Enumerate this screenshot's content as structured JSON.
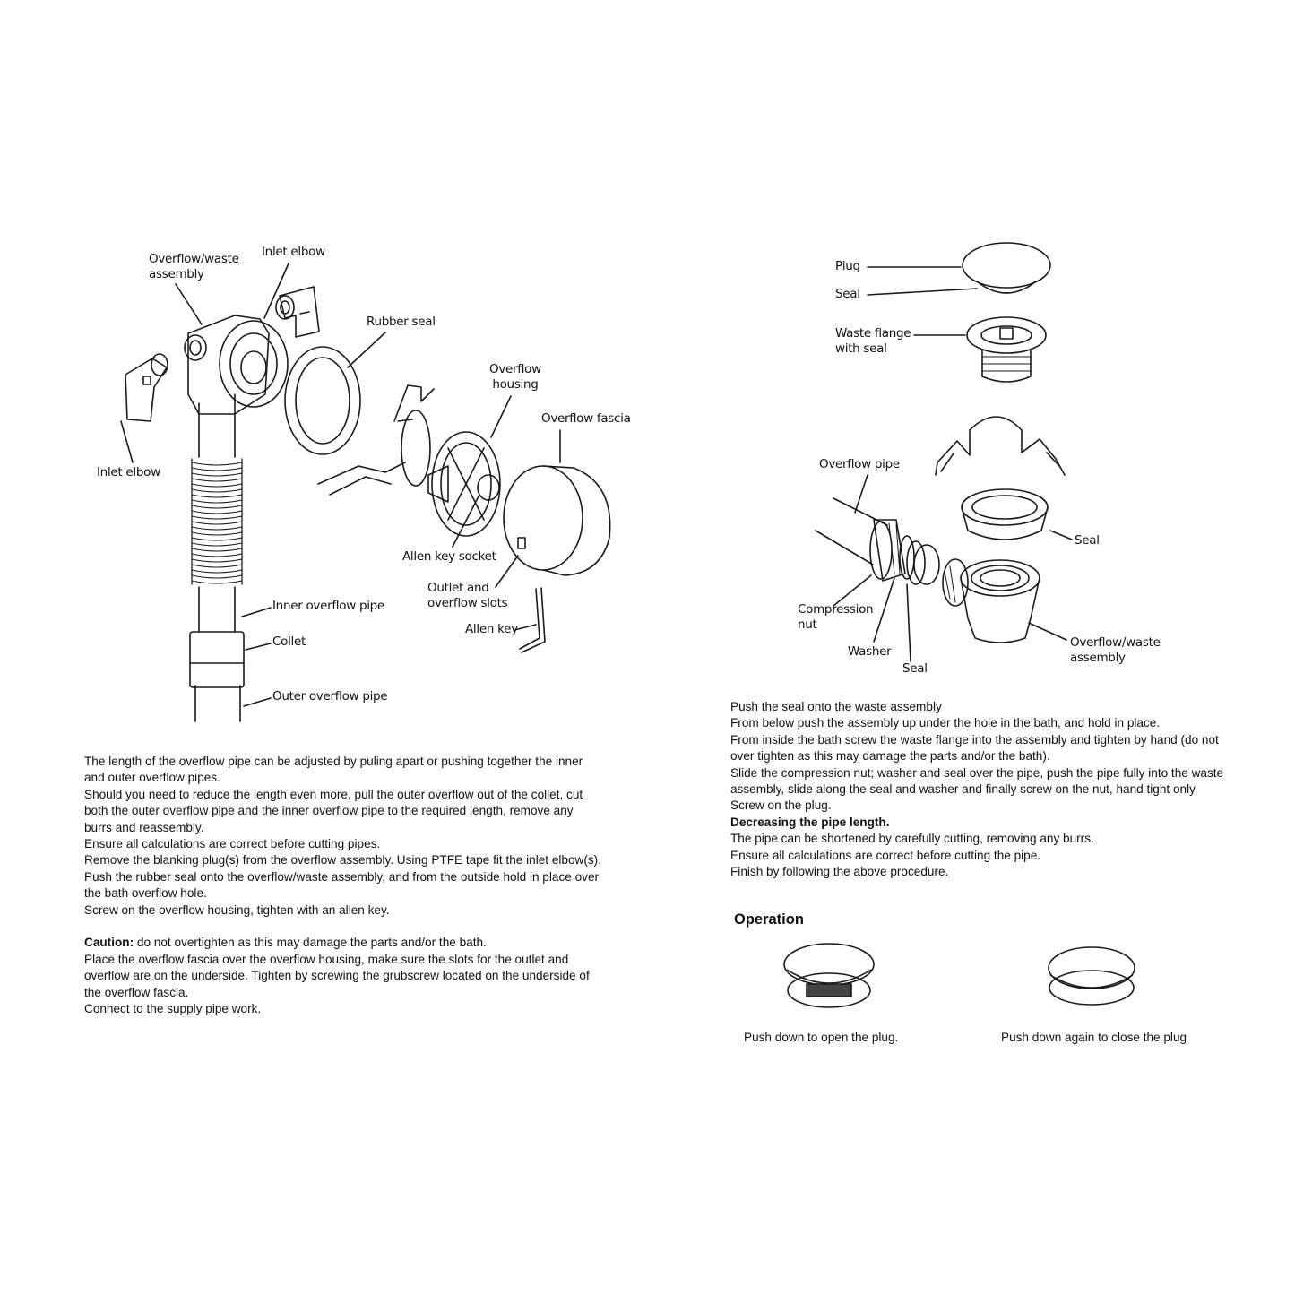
{
  "left_diagram": {
    "labels": {
      "overflow_waste_assembly": [
        "Overflow/waste",
        "assembly"
      ],
      "inlet_elbow_top": "Inlet elbow",
      "rubber_seal": "Rubber seal",
      "overflow_housing": [
        "Overflow",
        "housing"
      ],
      "overflow_fascia": "Overflow fascia",
      "inlet_elbow_left": "Inlet elbow",
      "allen_key_socket": "Allen key socket",
      "outlet_slots": [
        "Outlet and",
        "overflow slots"
      ],
      "allen_key": "Allen key",
      "inner_overflow_pipe": "Inner overflow pipe",
      "collet": "Collet",
      "outer_overflow_pipe": "Outer overflow pipe"
    }
  },
  "left_text": {
    "paragraphs": [
      "The length of the overflow pipe can be adjusted by puling apart or pushing together the inner and outer overflow pipes.",
      "Should you need to reduce the length even more, pull the outer overflow out of the collet, cut both the outer overflow pipe and the inner overflow pipe to the required length, remove any burrs and reassembly.",
      "Ensure all calculations are correct before cutting pipes.",
      "Remove the blanking plug(s) from the overflow assembly. Using PTFE tape fit the inlet elbow(s).",
      "Push the rubber seal onto the overflow/waste assembly, and from the outside hold in place over the bath overflow hole.",
      "Screw on the overflow housing, tighten with an allen key."
    ],
    "caution_label": "Caution:",
    "caution_text": " do not overtighten as this may damage the parts and/or the bath.",
    "paragraphs_after": [
      "Place the overflow fascia over the overflow housing, make sure the slots for the outlet and overflow are on the underside. Tighten by screwing the grubscrew located on the underside of the overflow fascia.",
      "Connect to the supply pipe work."
    ]
  },
  "right_diagram": {
    "labels": {
      "plug": "Plug",
      "seal_top": "Seal",
      "waste_flange": [
        "Waste flange",
        "with seal"
      ],
      "overflow_pipe": "Overflow pipe",
      "seal_mid": "Seal",
      "compression_nut": [
        "Compression",
        "nut"
      ],
      "washer": "Washer",
      "seal_bottom": "Seal",
      "overflow_waste_assembly": [
        "Overflow/waste",
        "assembly"
      ]
    }
  },
  "right_text": {
    "paragraphs": [
      "Push the seal onto the waste assembly",
      "From below push the assembly up under the hole in the bath, and hold in place.",
      "From inside the bath screw the waste flange into the assembly and tighten by hand (do not over tighten as this may damage the parts and/or the bath).",
      "Slide the compression nut; washer and seal over the pipe, push the pipe fully into the waste assembly, slide along the seal and washer and finally screw on the nut, hand tight only.",
      "Screw on the plug."
    ],
    "decreasing_heading": "Decreasing the pipe length.",
    "paragraphs_after": [
      "The pipe can be shortened by carefully cutting, removing any burrs.",
      "Ensure all calculations are correct before cutting the pipe.",
      "Finish by following the above procedure."
    ]
  },
  "operation": {
    "heading": "Operation",
    "open_caption": "Push down to open the plug.",
    "close_caption": "Push down again to close the plug"
  }
}
